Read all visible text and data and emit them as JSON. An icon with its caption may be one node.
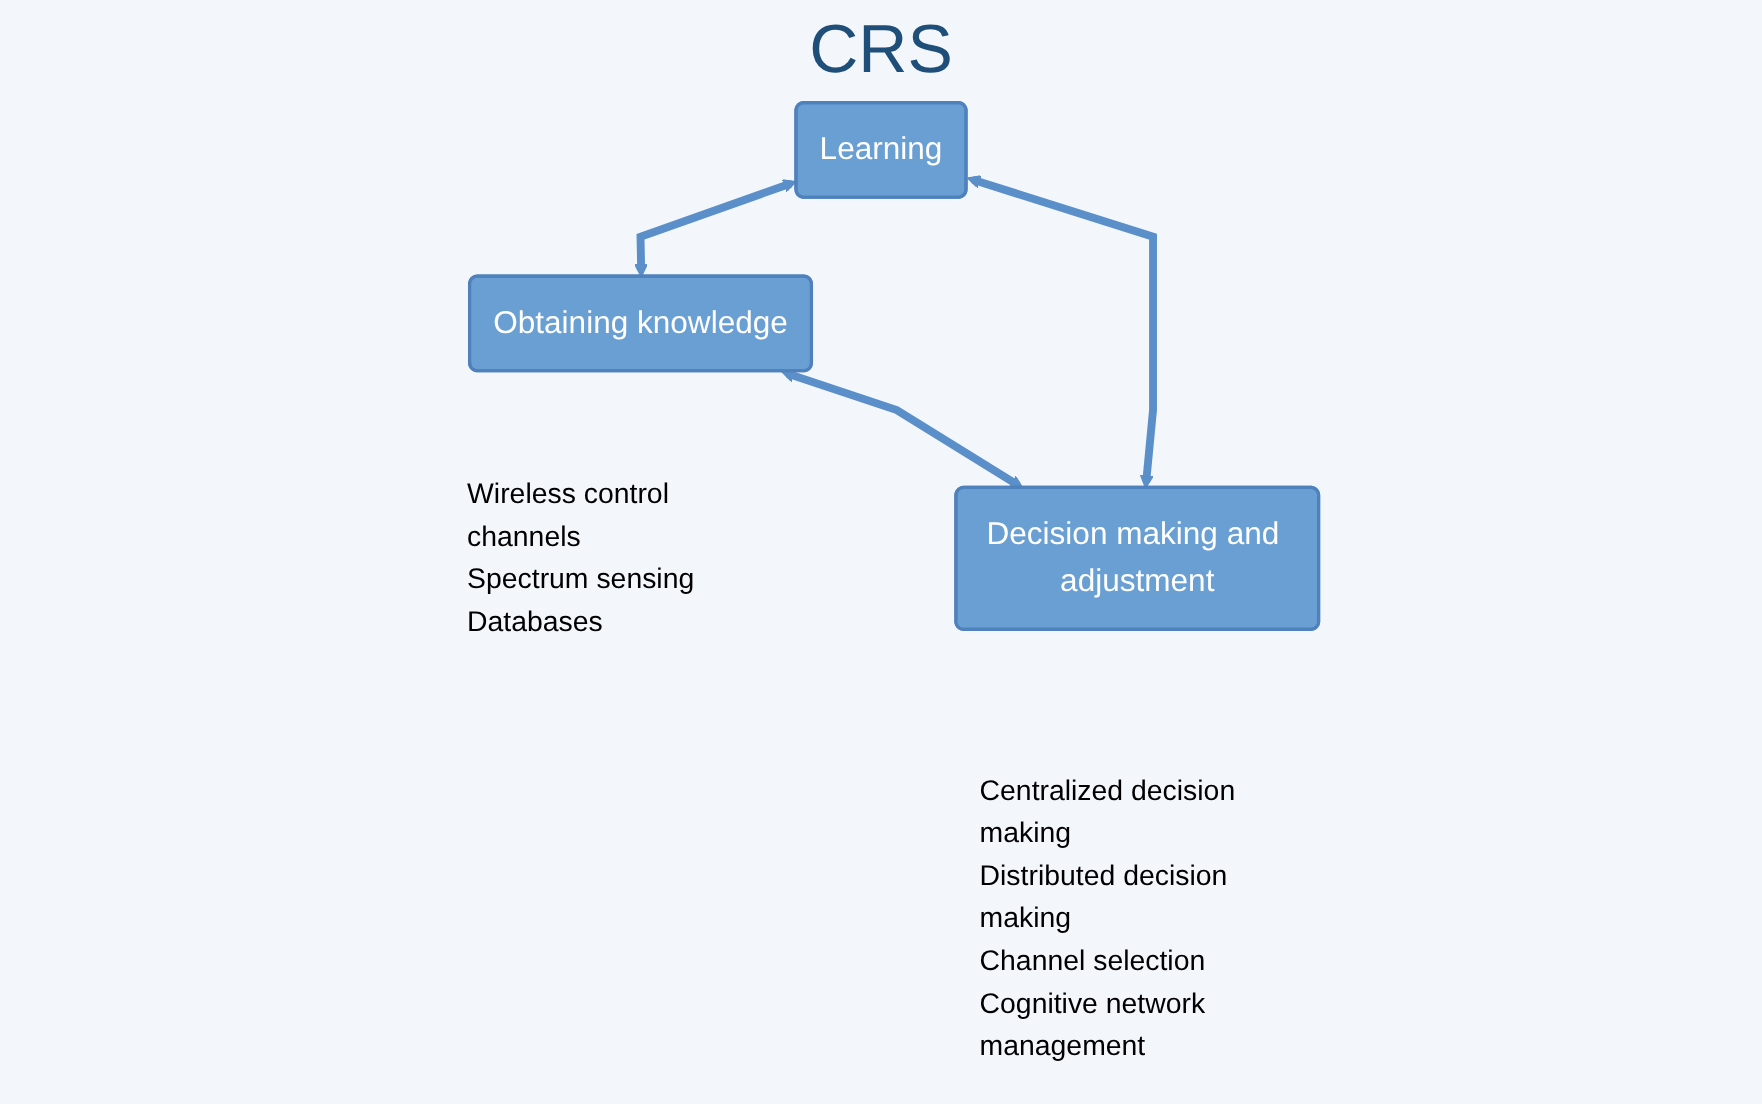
{
  "diagram": {
    "nodes": [
      {
        "text": [
          "Learning"
        ]
      },
      {
        "text": [
          "Obtaining knowledge"
        ],
        "beside": [
          "Wireless control channels",
          "Spectrum sensing",
          "Databases"
        ]
      },
      {
        "text": [
          "Decision making and adjustment"
        ],
        "beside": [
          "Centralized decision making",
          "Distributed decision making",
          "Channel selection",
          "Cognitive network management"
        ]
      }
    ],
    "edges": [
      {
        "from": 0,
        "to": 1,
        "arrow": "both"
      },
      {
        "from": 0,
        "to": 2,
        "arrow": "both"
      },
      {
        "from": 1,
        "to": 2,
        "arrow": "both"
      }
    ],
    "labels": [
      "CRS"
    ]
  }
}
